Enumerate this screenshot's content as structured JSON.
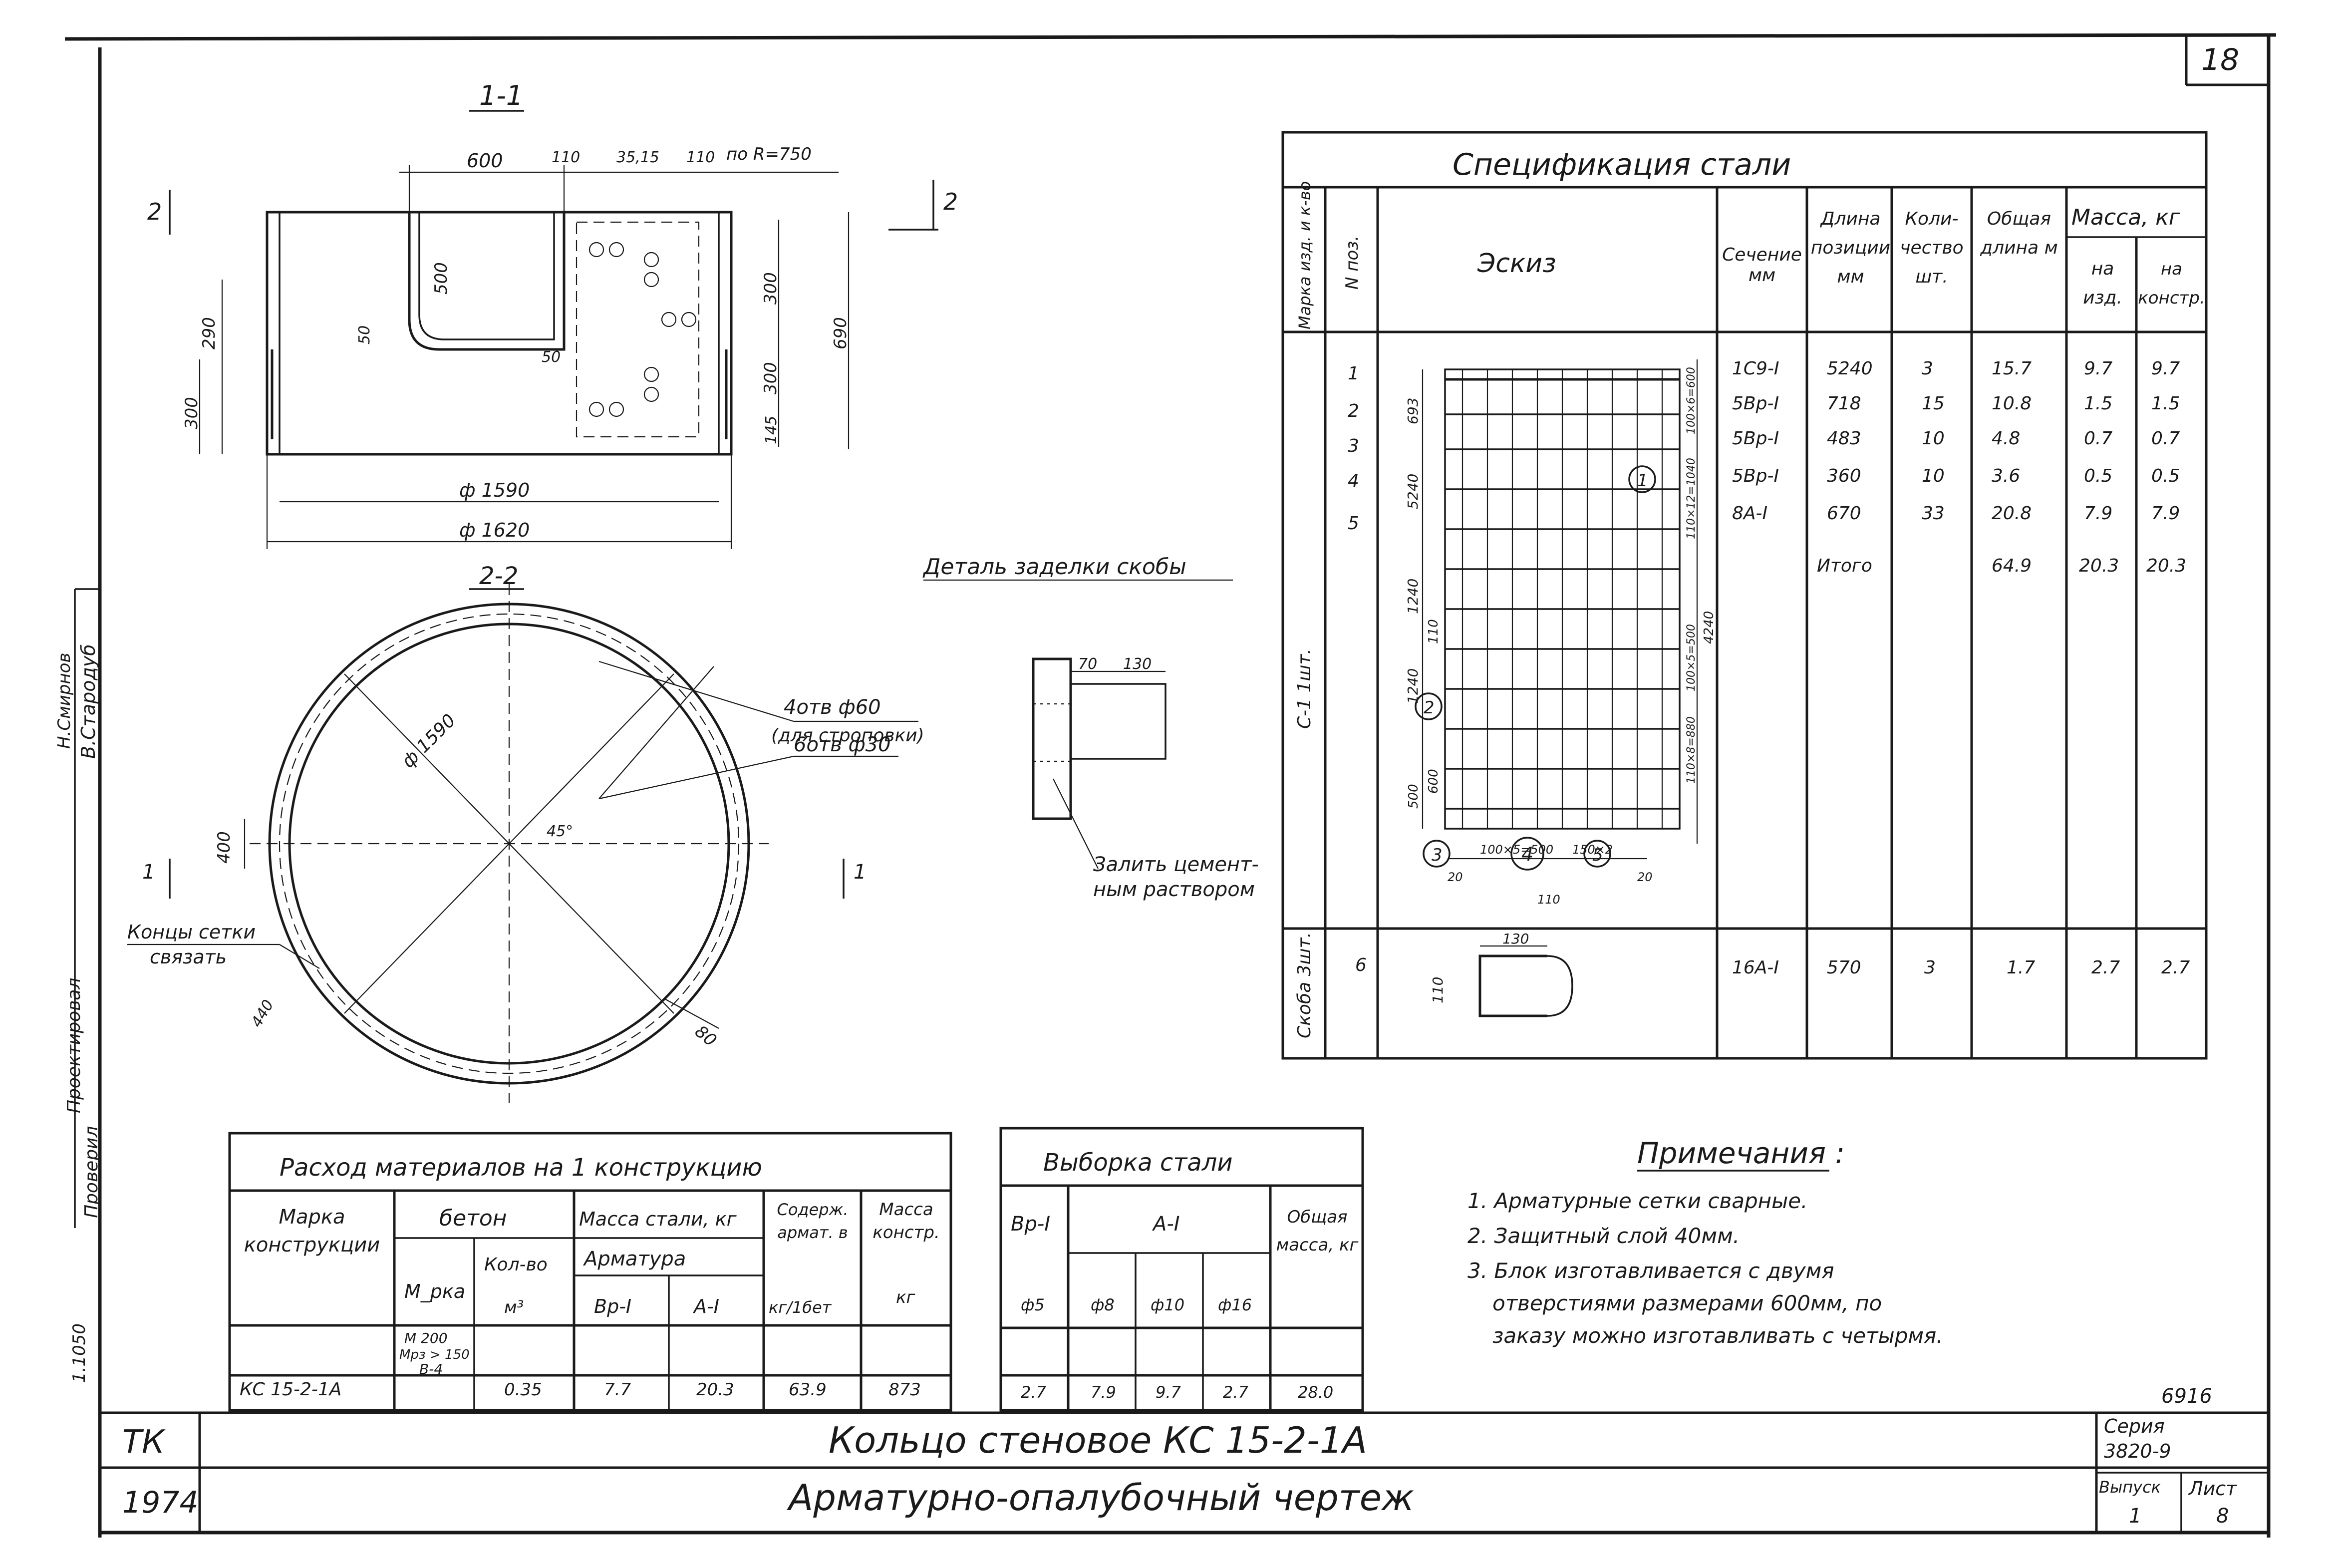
{
  "sheet_number": "18",
  "section_1": {
    "title": "1-1",
    "cut_mark_left": "2",
    "cut_mark_right": "2",
    "dims": {
      "opening_width": "600",
      "d_110": "110",
      "d_3515": "35,15",
      "d_110_r": "110",
      "radius_note": "по R=750",
      "opening_height": "500",
      "d_290": "290",
      "d_50a": "50",
      "d_50b": "50",
      "d_300a": "300",
      "d_300b": "300",
      "d_300c": "300",
      "d_690": "690",
      "d_145": "145",
      "inner_diameter": "ф 1590",
      "outer_diameter": "ф 1620"
    }
  },
  "section_2": {
    "title": "2-2",
    "diameter": "ф 1590",
    "angle": "45°",
    "height": "400",
    "thickness": "80",
    "wall": "440",
    "cut_left": "1",
    "cut_right": "1",
    "holes_60_label": "4отв ф60",
    "holes_60_note": "(для строповки)",
    "holes_30_label": "6отв ф30",
    "mesh_note_line1": "Концы сетки",
    "mesh_note_line2": "связать"
  },
  "bracket_detail": {
    "title": "Деталь заделки скобы",
    "dim_70": "70",
    "dim_130": "130",
    "note_line1": "Залить цемент-",
    "note_line2": "ным раствором"
  },
  "steel_spec": {
    "title": "Спецификация стали",
    "headers": {
      "mark": "Марка изд. и к-во",
      "pos": "N поз.",
      "sketch": "Эскиз",
      "section": "Сечение мм",
      "length": "Длина позиции мм",
      "qty": "Коли- чество шт.",
      "total_length": "Общая длина м",
      "mass": "Масса, кг",
      "mass_item": "на изд.",
      "mass_constr": "на констр."
    },
    "group_c1_label": "С-1 1шт.",
    "group_bracket_label": "Скоба 3шт.",
    "rows": [
      {
        "pos": "1",
        "section": "1С9-I",
        "length": "5240",
        "qty": "3",
        "total": "15.7",
        "item": "9.7",
        "constr": "9.7"
      },
      {
        "pos": "2",
        "section": "5Вр-I",
        "length": "718",
        "qty": "15",
        "total": "10.8",
        "item": "1.5",
        "constr": "1.5"
      },
      {
        "pos": "3",
        "section": "5Вр-I",
        "length": "483",
        "qty": "10",
        "total": "4.8",
        "item": "0.7",
        "constr": "0.7"
      },
      {
        "pos": "4",
        "section": "5Вр-I",
        "length": "360",
        "qty": "10",
        "total": "3.6",
        "item": "0.5",
        "constr": "0.5"
      },
      {
        "pos": "5",
        "section": "8А-I",
        "length": "670",
        "qty": "33",
        "total": "20.8",
        "item": "7.9",
        "constr": "7.9"
      }
    ],
    "total_row": {
      "label": "Итого",
      "total": "64.9",
      "item": "20.3",
      "constr": "20.3"
    },
    "bracket_row": {
      "pos": "6",
      "section": "16А-I",
      "length": "570",
      "qty": "3",
      "total": "1.7",
      "item": "2.7",
      "constr": "2.7"
    },
    "sketch_labels": {
      "h693": "693",
      "h5240": "5240",
      "h1240": "1240",
      "h110": "110",
      "h1240b": "1240",
      "h600": "600",
      "h500": "500",
      "r1": "100×6=600",
      "r2": "110×12=1040",
      "r3": "4240",
      "r4": "100×5=500",
      "r5": "110×8=880",
      "b1": "100×5=500",
      "b2": "150×2",
      "b3": "20",
      "b4": "20",
      "b5": "110",
      "brk_top": "130",
      "brk_side": "110"
    },
    "callouts": [
      "1",
      "2",
      "3",
      "4",
      "5"
    ]
  },
  "materials": {
    "title": "Расход материалов на 1 конструкцию",
    "col_mark": "Марка конструкции",
    "col_concrete": "бетон",
    "col_grade": "М_рка",
    "col_volume": "Кол-во",
    "col_volume_unit": "м³",
    "col_steel_mass": "Масса стали, кг",
    "col_rebar": "Арматура",
    "col_vr": "Вр-I",
    "col_ai": "А-I",
    "col_content": "Содерж. армат. в",
    "col_content_unit": "кг/1бет",
    "col_mass": "Масса констр.",
    "col_mass_unit": "кг",
    "row": {
      "mark": "КС 15-2-1А",
      "grade_1": "М 200",
      "grade_2": "Мрз > 150",
      "grade_3": "В-4",
      "volume": "0.35",
      "vr": "7.7",
      "ai": "20.3",
      "content": "63.9",
      "mass": "873"
    }
  },
  "steel_sample": {
    "title": "Выборка стали",
    "col_vr": "Вр-I",
    "col_ai": "А-I",
    "col_total": "Общая масса, кг",
    "sizes": [
      "ф5",
      "ф8",
      "ф10",
      "ф16"
    ],
    "values": [
      "2.7",
      "7.9",
      "9.7",
      "2.7"
    ],
    "total": "28.0"
  },
  "notes": {
    "title": "Примечания :",
    "items": [
      "1. Арматурные сетки сварные.",
      "2. Защитный слой 40мм.",
      "3. Блок изготавливается с двумя",
      "отверстиями размерами 600мм, по",
      "заказу можно изготавливать с четырмя."
    ]
  },
  "side_stamp": {
    "designed": "Н.Смирнов",
    "checked_by": "В.Стародуб",
    "role_1": "Проектировал",
    "role_2": "Проверил",
    "code": "1.1050"
  },
  "title_block": {
    "org": "ТК",
    "year": "1974",
    "title_1": "Кольцо стеновое КС 15-2-1А",
    "title_2": "Арматурно-опалубочный чертеж",
    "series_label": "Серия",
    "series_value": "3820-9",
    "issue_label": "Выпуск",
    "issue_value": "1",
    "sheet_label": "Лист",
    "sheet_value": "8",
    "stamp_number": "6916"
  }
}
